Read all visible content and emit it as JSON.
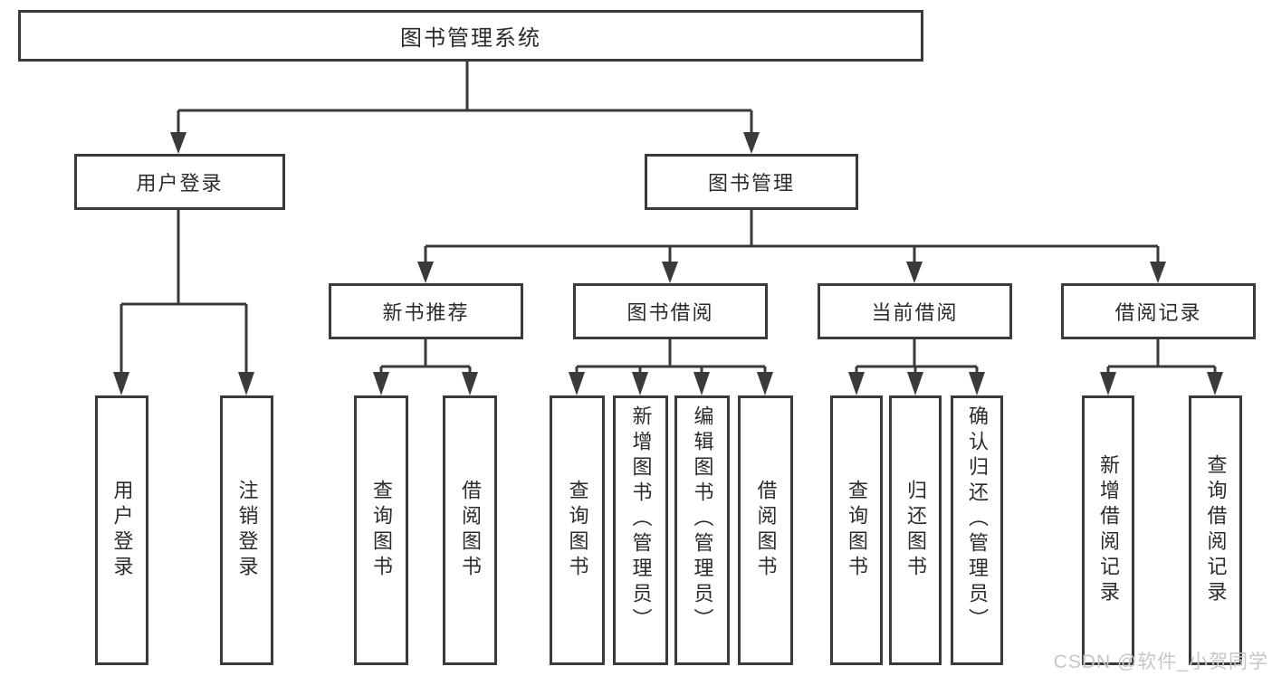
{
  "tree": {
    "root": {
      "label": "图书管理系统"
    },
    "branches": [
      {
        "label": "用户登录",
        "children": [
          {
            "label": "用户登录"
          },
          {
            "label": "注销登录"
          }
        ]
      },
      {
        "label": "图书管理",
        "children": [
          {
            "label": "新书推荐",
            "children": [
              {
                "label": "查询图书"
              },
              {
                "label": "借阅图书"
              }
            ]
          },
          {
            "label": "图书借阅",
            "children": [
              {
                "label": "查询图书"
              },
              {
                "label": "新增图书（管理员）"
              },
              {
                "label": "编辑图书（管理员）"
              },
              {
                "label": "借阅图书"
              }
            ]
          },
          {
            "label": "当前借阅",
            "children": [
              {
                "label": "查询图书"
              },
              {
                "label": "归还图书"
              },
              {
                "label": "确认归还（管理员）"
              }
            ]
          },
          {
            "label": "借阅记录",
            "children": [
              {
                "label": "新增借阅记录"
              },
              {
                "label": "查询借阅记录"
              }
            ]
          }
        ]
      }
    ]
  },
  "watermark": "CSDN @软件_小贺同学",
  "colors": {
    "line": "#3a3a3a",
    "text": "#2b2b2b",
    "watermark": "#c6c6c6",
    "background": "#ffffff"
  }
}
